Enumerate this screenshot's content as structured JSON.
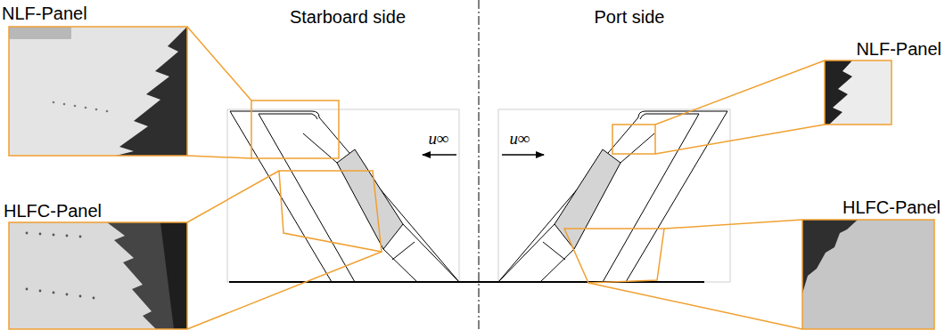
{
  "diagram": {
    "nodes": [
      {
        "text": [
          "NLF-Panel"
        ]
      },
      {
        "text": [
          "NLF-Panel"
        ]
      },
      {
        "text": [
          "HLFC-Panel"
        ]
      },
      {
        "text": [
          "HLFC-Panel"
        ]
      }
    ],
    "labels": [
      "Starboard side",
      "Port side",
      "u∞",
      "u∞"
    ]
  }
}
